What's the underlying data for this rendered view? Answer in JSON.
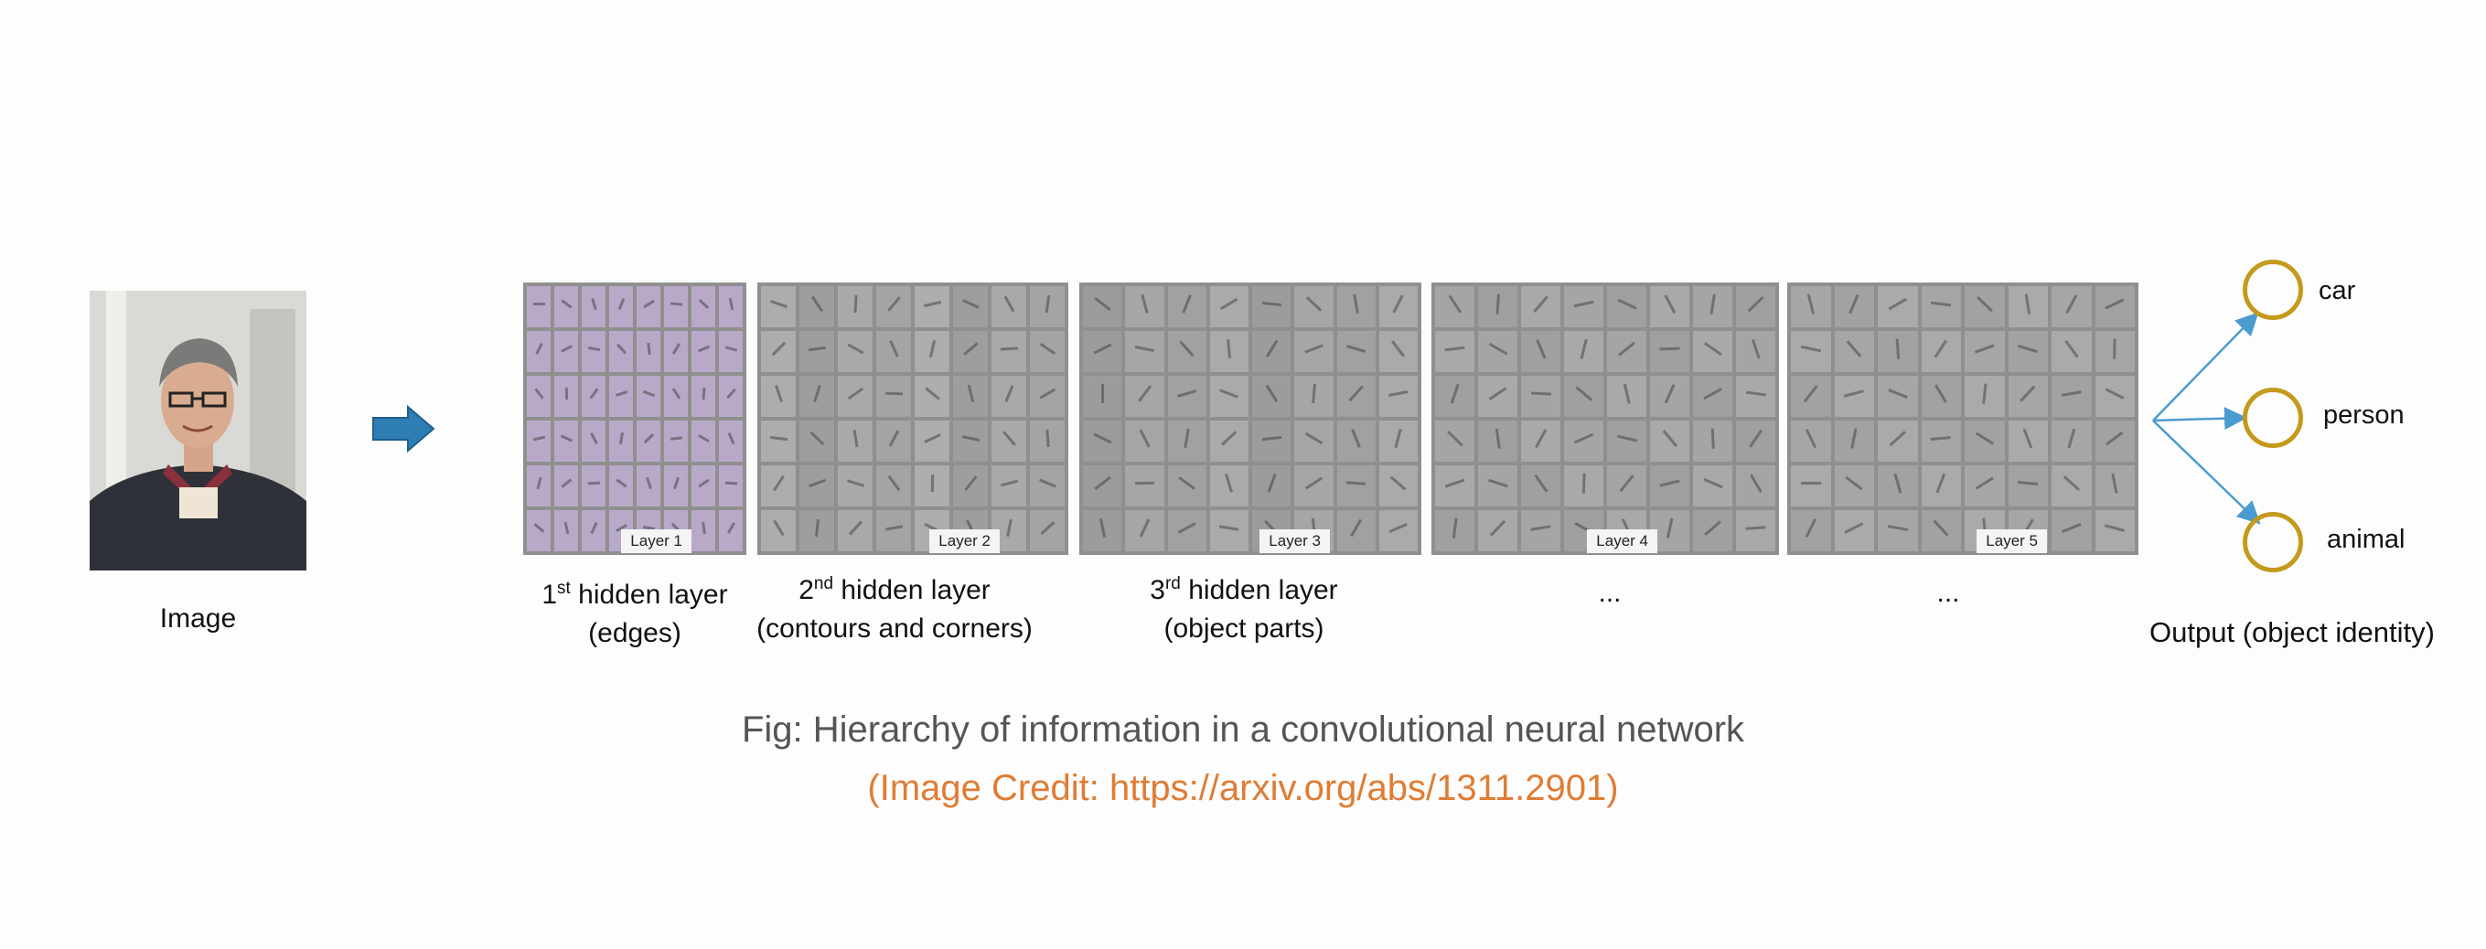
{
  "input": {
    "label": "Image"
  },
  "layers": [
    {
      "panel_label": "Layer 1",
      "caption_num": "1",
      "caption_sup": "st",
      "caption_rest": " hidden layer",
      "caption_line2": "(edges)"
    },
    {
      "panel_label": "Layer 2",
      "caption_num": "2",
      "caption_sup": "nd",
      "caption_rest": " hidden layer",
      "caption_line2": "(contours and corners)"
    },
    {
      "panel_label": "Layer 3",
      "caption_num": "3",
      "caption_sup": "rd",
      "caption_rest": " hidden layer",
      "caption_line2": "(object parts)"
    },
    {
      "panel_label": "Layer 4",
      "caption_line1": "..."
    },
    {
      "panel_label": "Layer 5",
      "caption_line1": "..."
    }
  ],
  "outputs": [
    {
      "label": "car"
    },
    {
      "label": "person"
    },
    {
      "label": "animal"
    }
  ],
  "output_caption": "Output (object identity)",
  "figure_caption": "Fig: Hierarchy of information in a convolutional neural network",
  "credit": "(Image Credit: https://arxiv.org/abs/1311.2901)",
  "colors": {
    "arrow": "#2e7db3",
    "node_border": "#c49a1c",
    "credit": "#e07c33",
    "caption": "#555555",
    "connector": "#4a9bd0"
  },
  "icons": {
    "input_arrow": "right-arrow-icon"
  }
}
